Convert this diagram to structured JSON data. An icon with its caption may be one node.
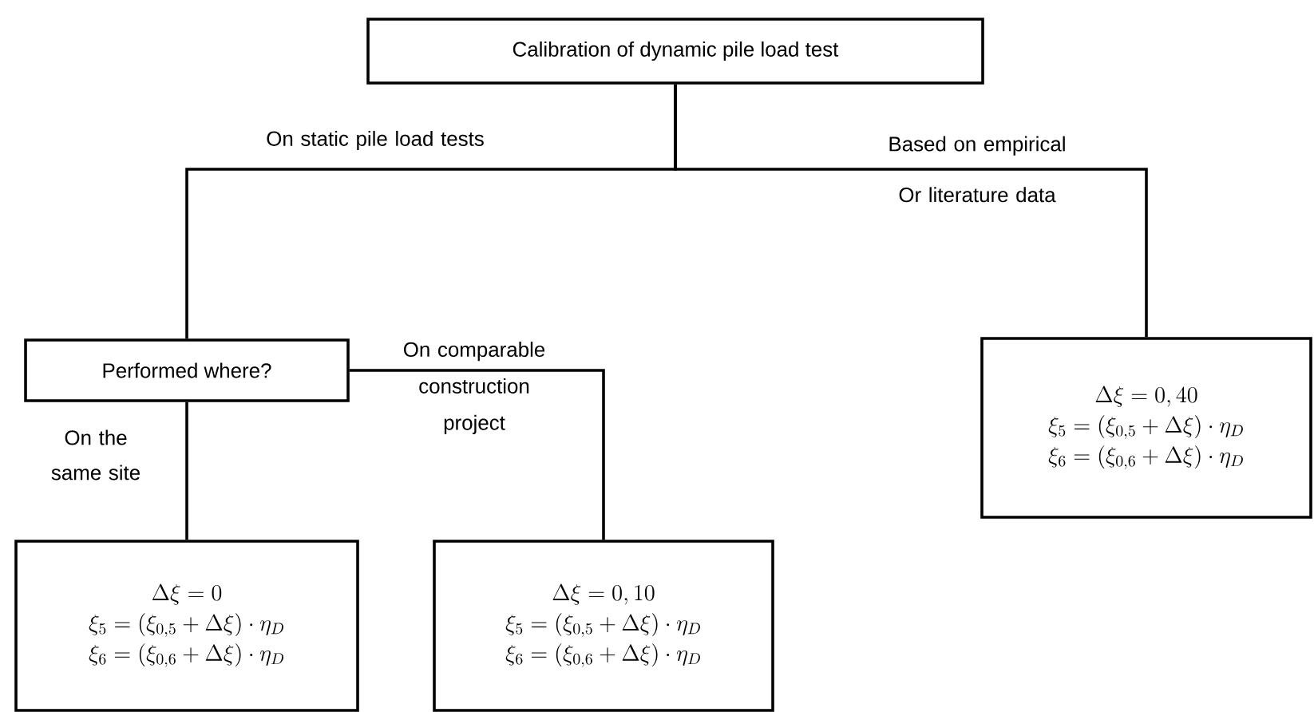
{
  "diagram": {
    "nodes": [
      {
        "text": [
          "Calibration of dynamic pile load test"
        ]
      },
      {
        "text": [
          "Performed where?"
        ]
      },
      {
        "text": [
          "\\Delta\\xi = 0,40",
          "\\xi_5 = (\\xi_{0,5} + \\Delta\\xi) \\cdot \\eta_D",
          "\\xi_6 = (\\xi_{0,6} + \\Delta\\xi) \\cdot \\eta_D"
        ]
      },
      {
        "text": [
          "\\Delta\\xi = 0",
          "\\xi_5 = (\\xi_{0,5} + \\Delta\\xi) \\cdot \\eta_D",
          "\\xi_6 = (\\xi_{0,6} + \\Delta\\xi) \\cdot \\eta_D"
        ]
      },
      {
        "text": [
          "\\Delta\\xi = 0,10",
          "\\xi_5 = (\\xi_{0,5} + \\Delta\\xi) \\cdot \\eta_D",
          "\\xi_6 = (\\xi_{0,6} + \\Delta\\xi) \\cdot \\eta_D"
        ]
      }
    ],
    "edges": [
      {
        "from": 0,
        "to": 1,
        "arrow": "none",
        "label": "On static pile load tests"
      },
      {
        "from": 0,
        "to": 2,
        "arrow": "none",
        "label": "Based on empirical Or literature data"
      },
      {
        "from": 1,
        "to": 3,
        "arrow": "none",
        "label": "On the same site"
      },
      {
        "from": 1,
        "to": 4,
        "arrow": "none",
        "label": "On comparable construction project"
      }
    ]
  }
}
